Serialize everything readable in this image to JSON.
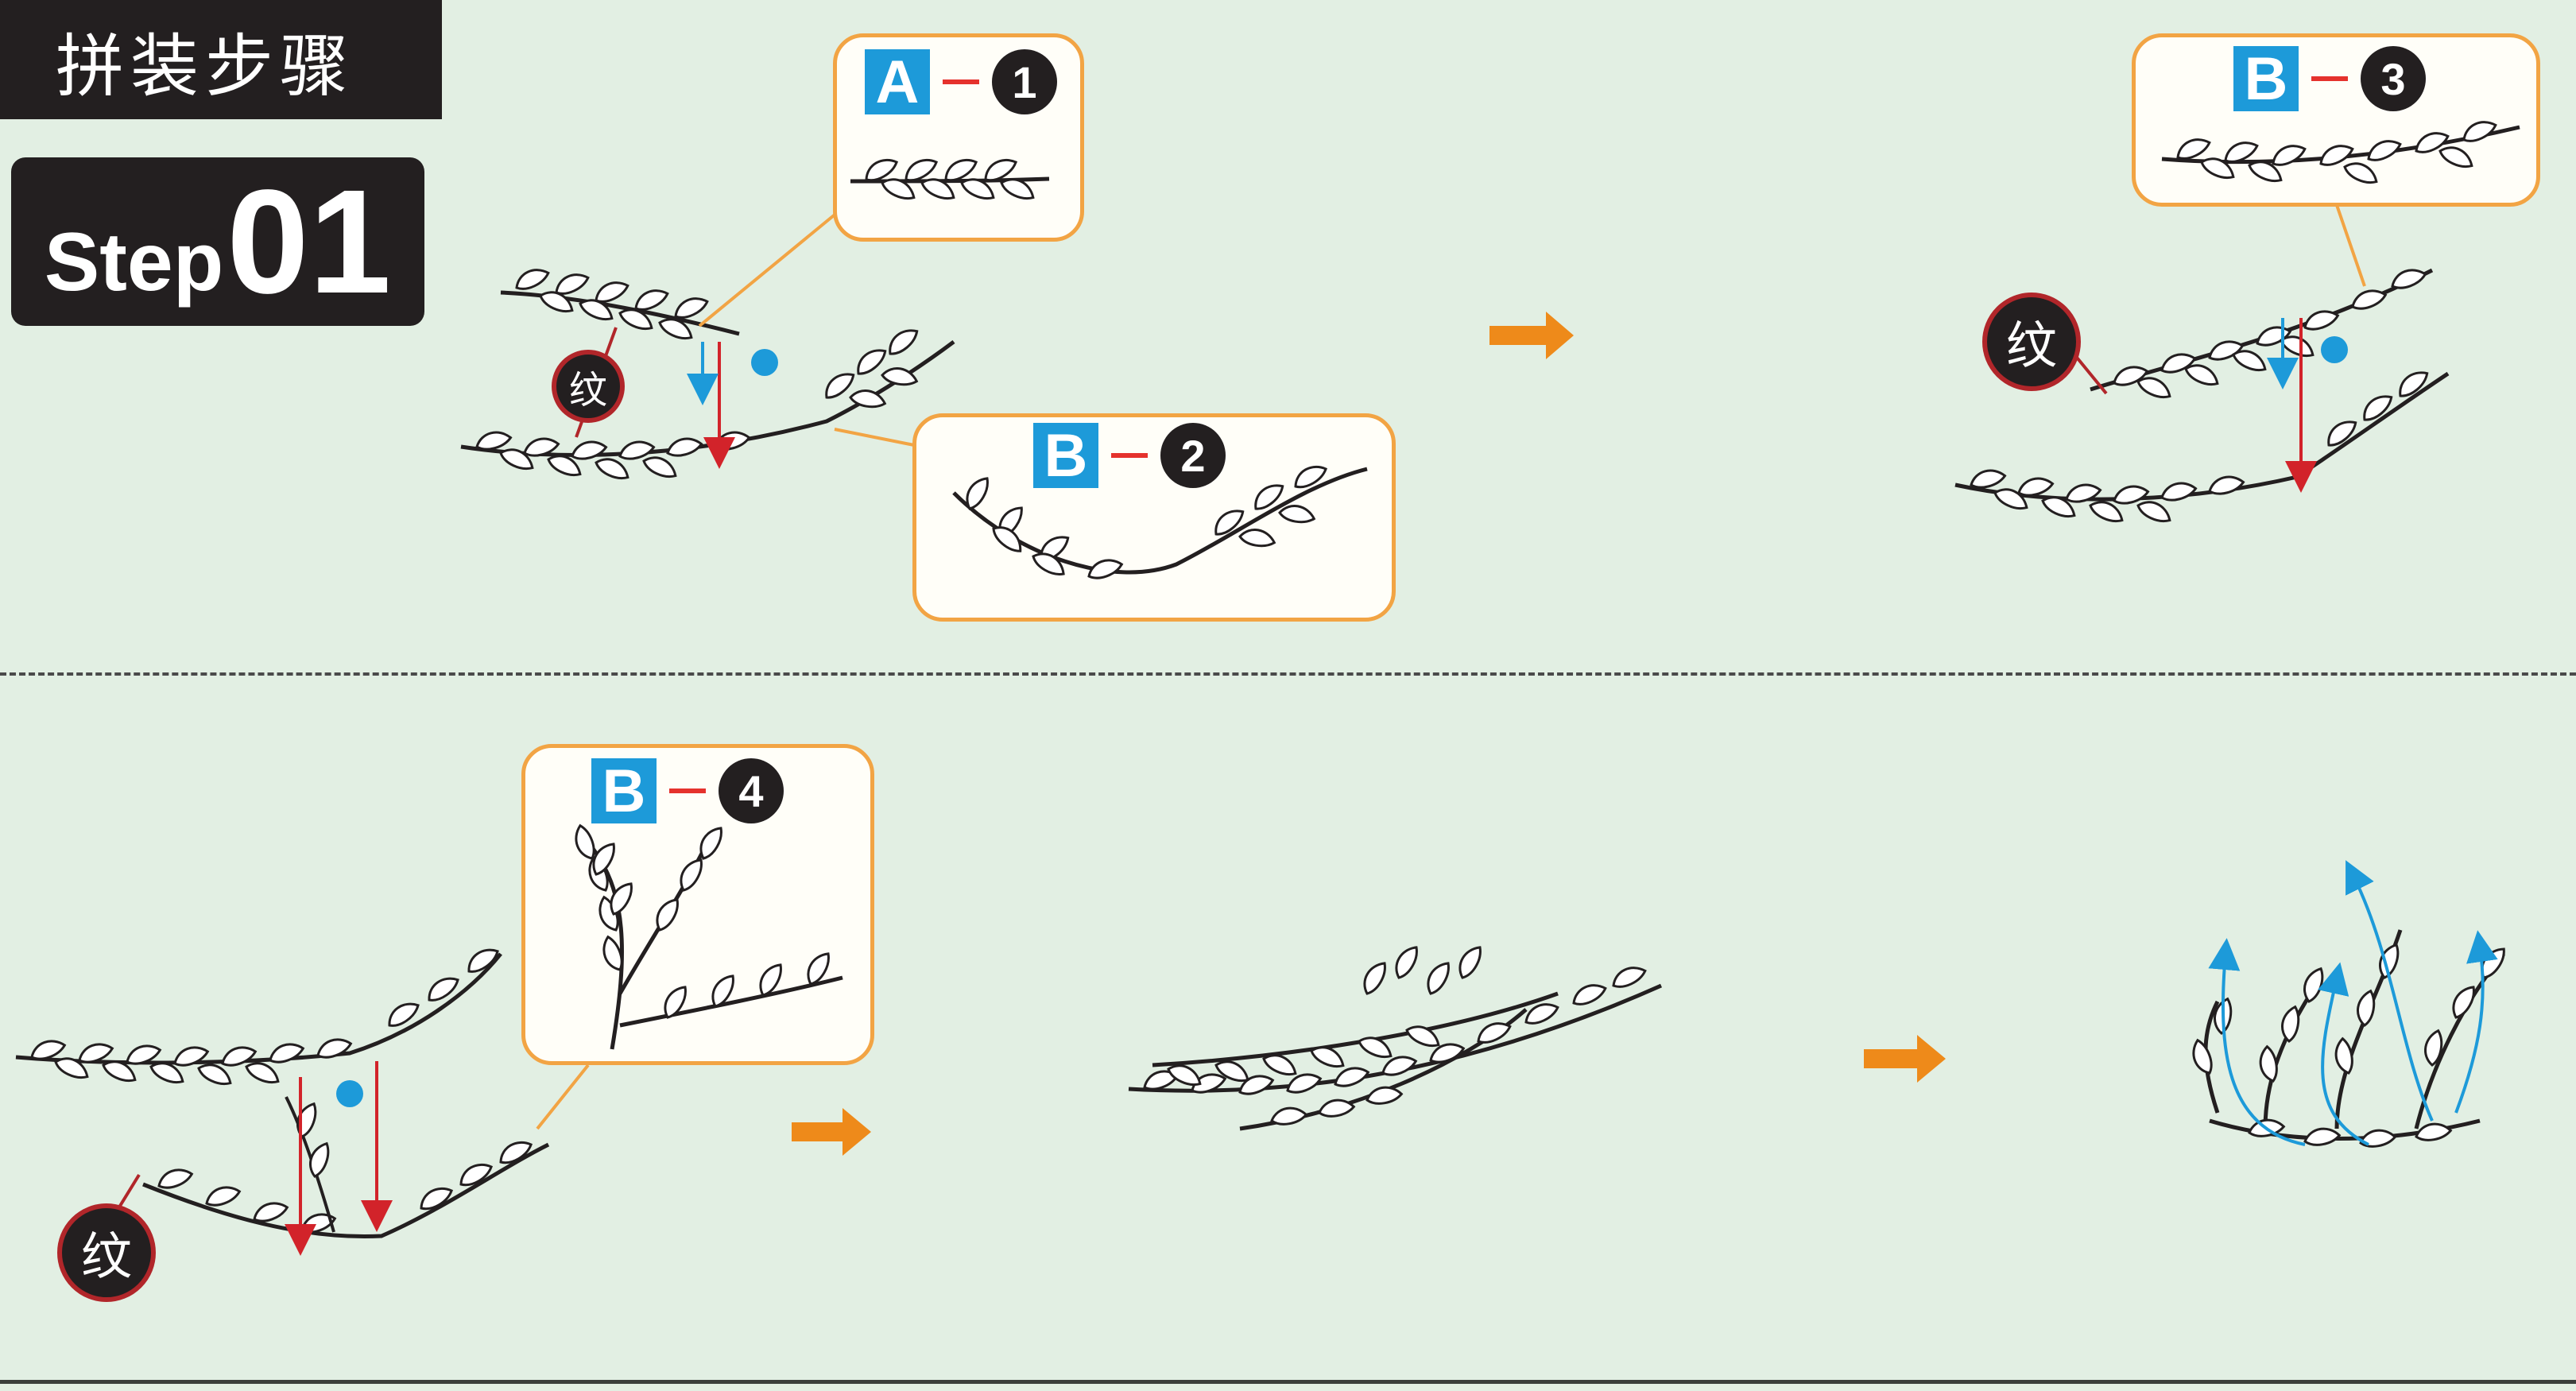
{
  "header": {
    "title": "拼装步骤"
  },
  "step": {
    "word": "Step",
    "number": "01"
  },
  "callouts": [
    {
      "letter": "A",
      "number": "1"
    },
    {
      "letter": "B",
      "number": "2"
    },
    {
      "letter": "B",
      "number": "3"
    },
    {
      "letter": "B",
      "number": "4"
    }
  ],
  "markers": {
    "wen": "纹"
  },
  "colors": {
    "background": "#e2efe3",
    "callout_border": "#f2a444",
    "letter_badge": "#1d9ad9",
    "number_badge": "#231f20",
    "arrow": "#ee8a1a",
    "red_guide": "#d2232a",
    "blue_guide": "#1d9ad9"
  }
}
